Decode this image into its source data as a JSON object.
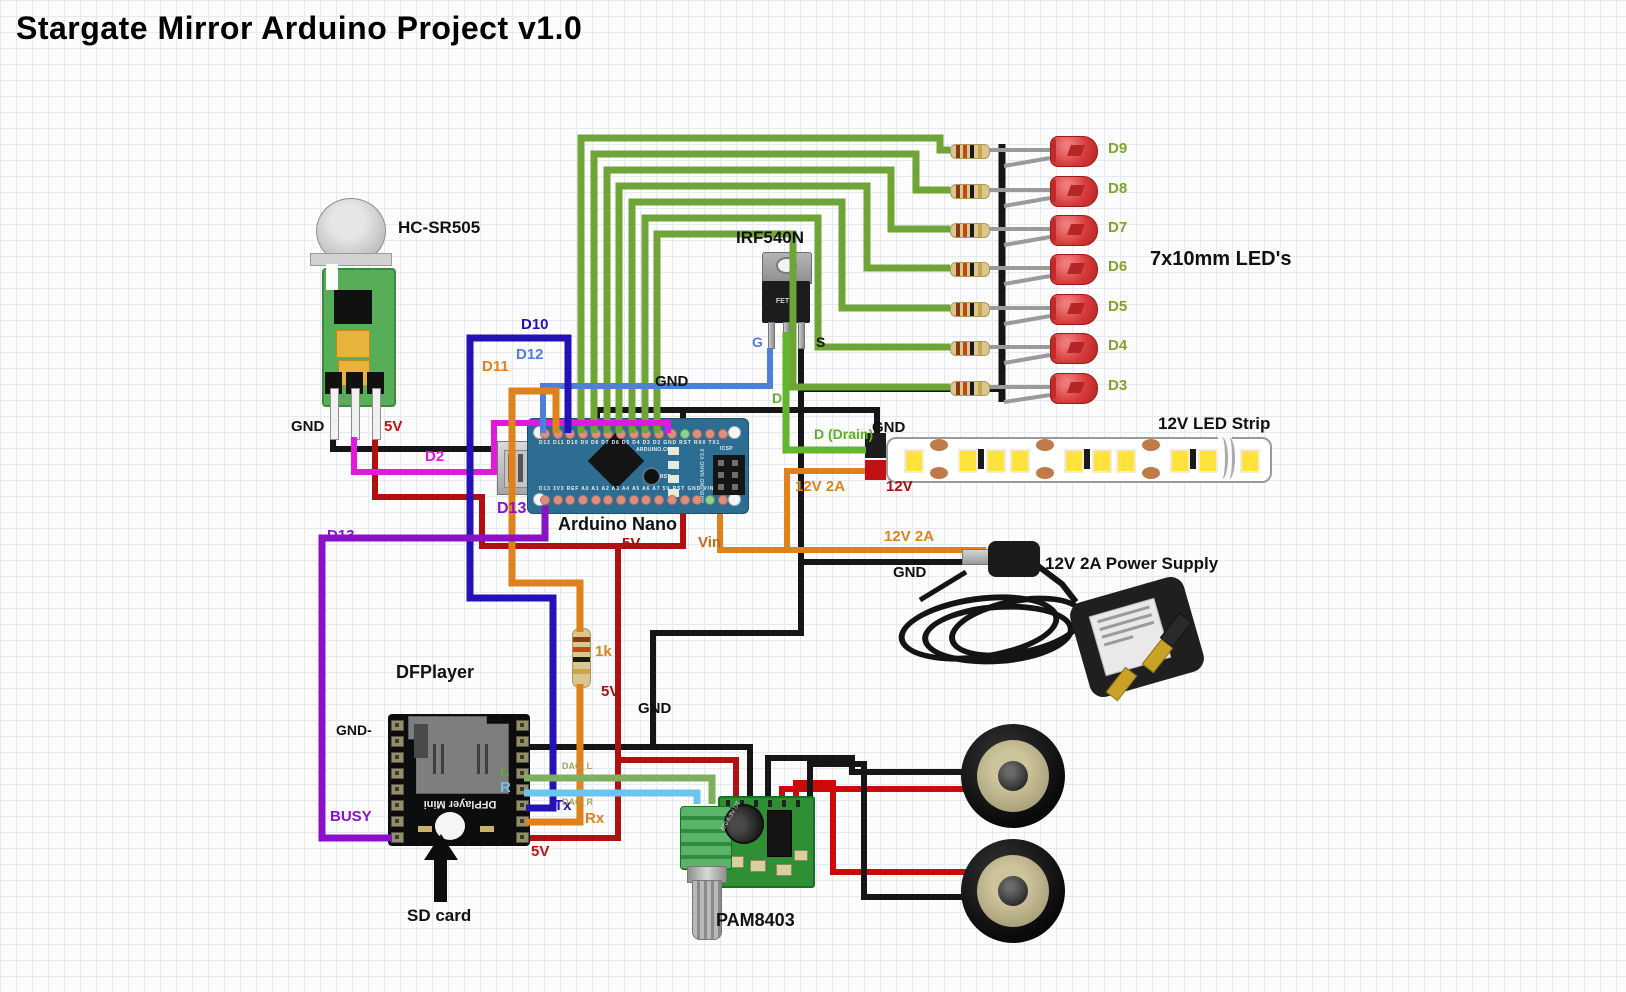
{
  "title": "Stargate Mirror Arduino Project v1.0",
  "sensor": {
    "name": "HC-SR505",
    "gnd": "GND",
    "v5": "5V"
  },
  "nano": {
    "name": "Arduino Nano",
    "top_pins": "D12 D11 D10 D9 D8 D7 D6 D5 D4 D3 D2 GND RST RX0 TX1",
    "bottom_pins": "D13 3V3 REF A0 A1 A2 A3 A4 A5 A6 A7 5V RST GND VIN",
    "brand": "ARDUINO.CC",
    "icsp": "ICSP",
    "side_text": "ARDUINO NANO V3.0",
    "rst": "RST"
  },
  "mosfet": {
    "name": "IRF540N",
    "body": "FET N",
    "g": "G",
    "d": "D",
    "s": "S",
    "drain_full": "D (Drain)"
  },
  "led_group": {
    "label": "7x10mm LED's",
    "items": [
      "D9",
      "D8",
      "D7",
      "D6",
      "D5",
      "D4",
      "D3"
    ]
  },
  "strip": {
    "label": "12V LED Strip",
    "gnd": "GND",
    "v12": "12V",
    "amps": "12V 2A"
  },
  "supply": {
    "label": "12V 2A Power Supply",
    "amps": "12V 2A",
    "gnd": "GND"
  },
  "wires": {
    "d2": "D2",
    "d10": "D10",
    "d11": "D11",
    "d12": "D12",
    "d13_a": "D13",
    "d13_b": "D13",
    "gnd_top": "GND",
    "gnd_bottom": "GND",
    "v5_mid": "5V",
    "v5_down": "5V",
    "vin": "Vin",
    "r1k": "1k"
  },
  "dfplayer": {
    "name": "DFPlayer",
    "module_text": "DFPlayer Mini",
    "gnd": "GND-",
    "busy": "BUSY",
    "l": "L",
    "r": "R",
    "tx": "Tx",
    "rx": "Rx",
    "v5": "5V",
    "dac_l": "DAC_L",
    "dac_r": "DAC_R",
    "sd": "SD card"
  },
  "amp": {
    "name": "PAM8403",
    "cap": "470 6.3V UT"
  }
}
